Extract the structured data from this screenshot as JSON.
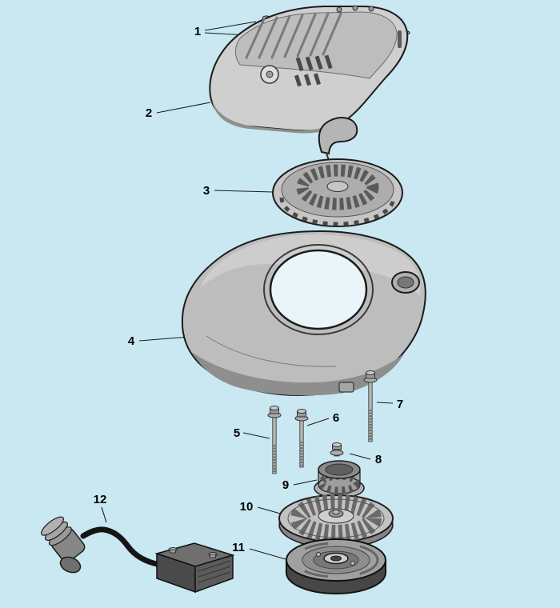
{
  "diagram": {
    "kind": "exploded-parts-diagram",
    "labels": [
      "1",
      "2",
      "3",
      "4",
      "5",
      "6",
      "7",
      "8",
      "9",
      "10",
      "11",
      "12"
    ],
    "parts": [
      {
        "number": "1",
        "name": "cover-mounting-nuts-and-washers"
      },
      {
        "number": "2",
        "name": "engine-top-cover"
      },
      {
        "number": "3",
        "name": "recoil-starter-assembly"
      },
      {
        "number": "4",
        "name": "blower-housing"
      },
      {
        "number": "5",
        "name": "long-mounting-bolt"
      },
      {
        "number": "6",
        "name": "long-mounting-bolt"
      },
      {
        "number": "7",
        "name": "long-mounting-bolt"
      },
      {
        "number": "8",
        "name": "flange-nut"
      },
      {
        "number": "9",
        "name": "starter-cup"
      },
      {
        "number": "10",
        "name": "flywheel-fan"
      },
      {
        "number": "11",
        "name": "flywheel"
      },
      {
        "number": "12",
        "name": "ignition-coil-with-spark-plug-boot"
      }
    ],
    "colors": {
      "background": "#c9e8f1",
      "part_light": "#d2d2d2",
      "part_mid": "#b9b9b9",
      "part_dark": "#8c8c8c",
      "outline": "#1c1c1c"
    }
  }
}
